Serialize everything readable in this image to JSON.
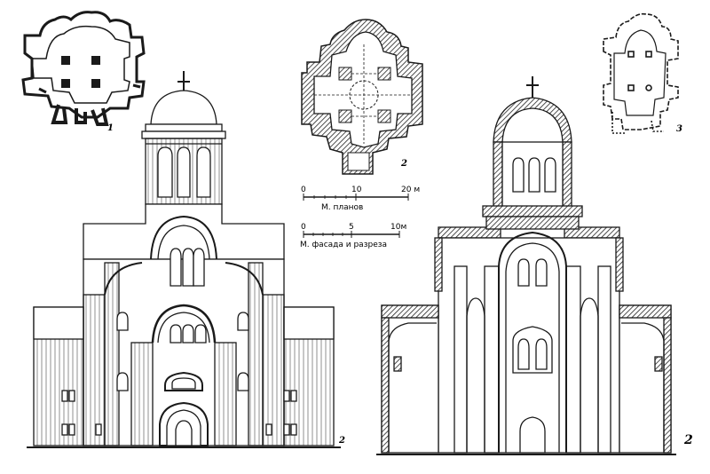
{
  "figure": {
    "plan_labels": [
      "1",
      "2",
      "3"
    ],
    "facade_label": "2",
    "section_label": "2",
    "scale_plans": {
      "ticks": [
        "0",
        "10",
        "20 м"
      ],
      "caption": "М. планов"
    },
    "scale_facade": {
      "ticks": [
        "0",
        "5",
        "10м"
      ],
      "caption": "М. фасада и разреза"
    }
  },
  "colors": {
    "ink": "#1a1a1a",
    "paper": "#ffffff",
    "hatch": "#555555"
  }
}
